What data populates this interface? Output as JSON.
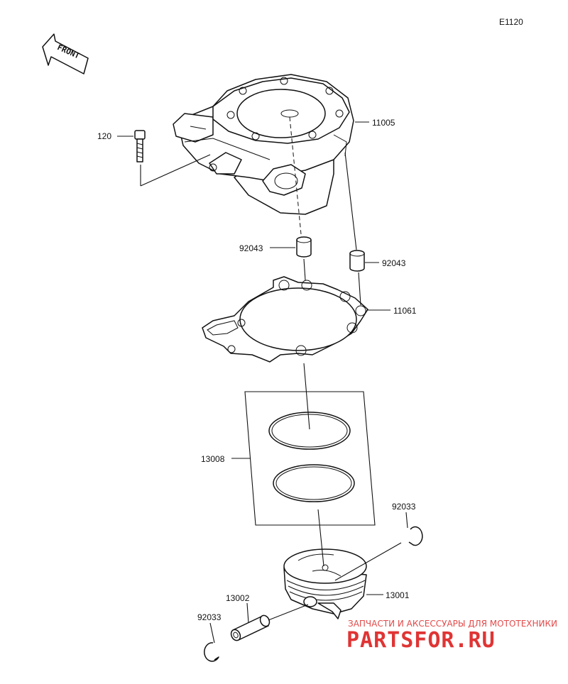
{
  "diagram_code": "E1120",
  "front_label": "FRONT",
  "parts": {
    "p120": "120",
    "p11005": "11005",
    "p92043a": "92043",
    "p92043b": "92043",
    "p11061": "11061",
    "p13008": "13008",
    "p92033a": "92033",
    "p13001": "13001",
    "p13002": "13002",
    "p92033b": "92033"
  },
  "watermark": {
    "tagline": "ЗАПЧАСТИ И АКСЕССУАРЫ ДЛЯ МОТОТЕХНИКИ",
    "logo": "PARTSFOR.RU"
  },
  "colors": {
    "line": "#111111",
    "watermark": "#e03434"
  }
}
